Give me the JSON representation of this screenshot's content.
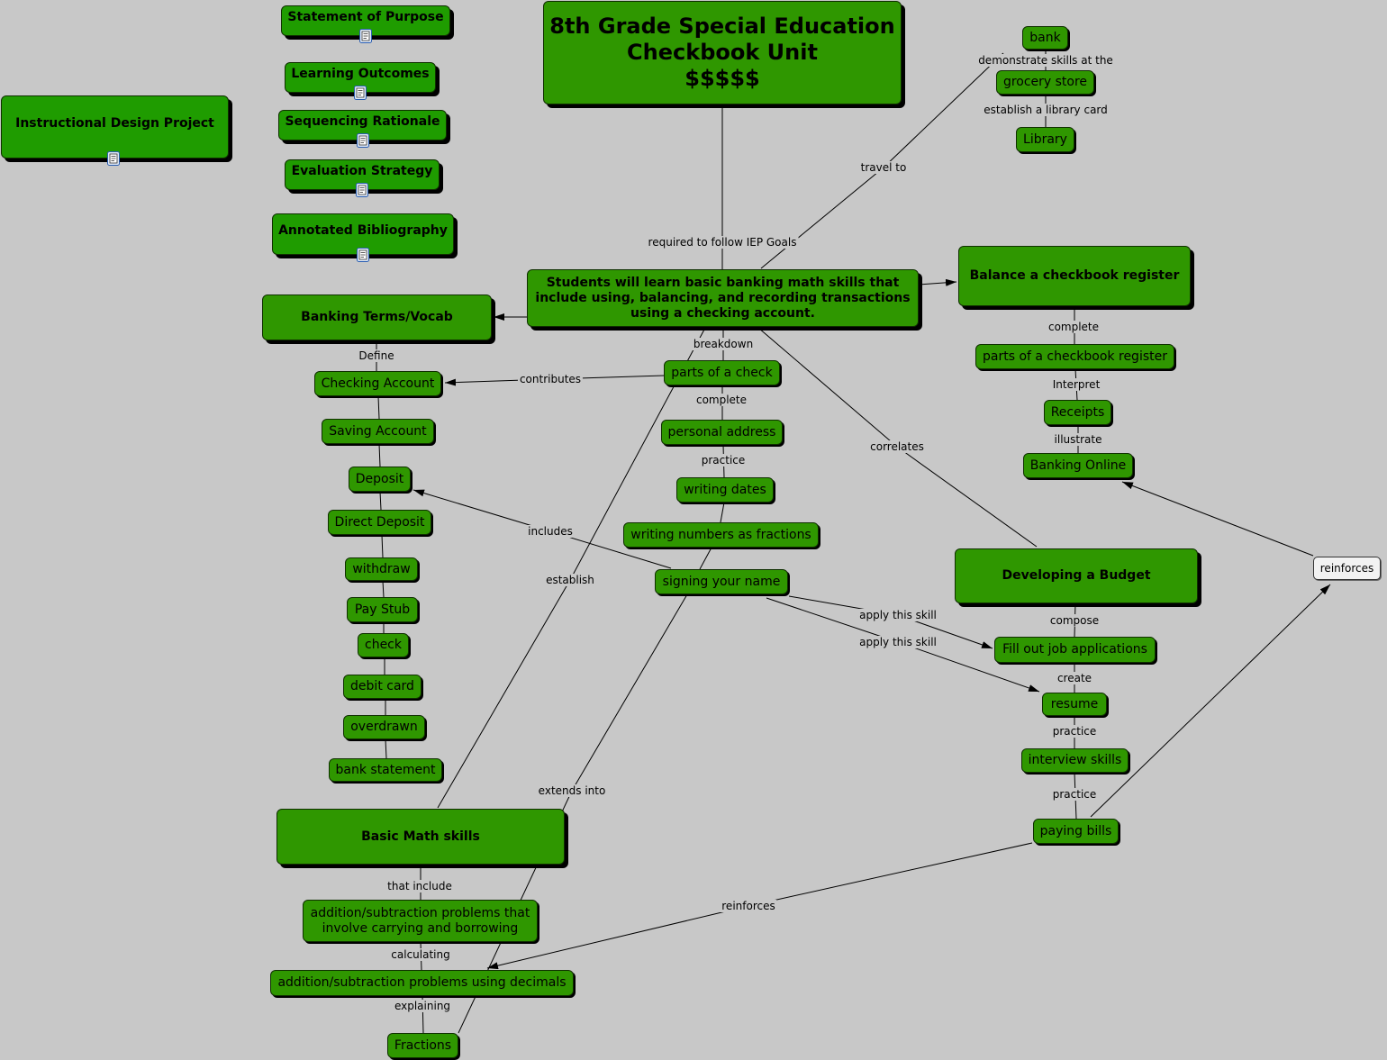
{
  "colors": {
    "background": "#c8c8c8",
    "concept_fill": "#2f9700",
    "resource_fill": "#1f9c00",
    "phrase_fill": "#f2f2f2",
    "icon_border": "#2a5db0"
  },
  "title": {
    "line1": "8th Grade Special Education",
    "line2": "Checkbook Unit",
    "line3": "$$$$$"
  },
  "goal": {
    "line1": "Students will learn basic banking math skills that",
    "line2": "include using, balancing, and recording transactions",
    "line3": "using a checking account."
  },
  "resources": {
    "statement_of_purpose": "Statement of Purpose",
    "learning_outcomes": "Learning Outcomes",
    "sequencing_rationale": "Sequencing Rationale",
    "evaluation_strategy": "Evaluation Strategy",
    "annotated_bibliography": "Annotated Bibliography",
    "instructional_design_project": "Instructional Design Project",
    "icon": "document-icon"
  },
  "concepts": {
    "banking_terms": "Banking Terms/Vocab",
    "balance_register": "Balance a checkbook register",
    "developing_budget": "Developing a Budget",
    "basic_math": "Basic Math skills",
    "bank": "bank",
    "grocery_store": "grocery store",
    "library": "Library",
    "parts_of_register": "parts of a checkbook register",
    "receipts": "Receipts",
    "banking_online": "Banking Online",
    "reinforces_node": "reinforces",
    "fill_job_applications": "Fill out job applications",
    "resume": "resume",
    "interview_skills": "interview skills",
    "paying_bills": "paying bills",
    "parts_of_check": "parts of a check",
    "personal_address": "personal address",
    "writing_dates": "writing dates",
    "writing_numbers": "writing numbers as fractions",
    "signing_name": "signing your name",
    "checking_account": "Checking Account",
    "saving_account": "Saving Account",
    "deposit": "Deposit",
    "direct_deposit": "Direct Deposit",
    "withdraw": "withdraw",
    "pay_stub": "Pay Stub",
    "check": "check",
    "debit_card": "debit card",
    "overdrawn": "overdrawn",
    "bank_statement": "bank statement",
    "carrying_line1": "addition/subtraction problems that",
    "carrying_line2": "involve carrying and borrowing",
    "decimals": "addition/subtraction problems using decimals",
    "fractions": "Fractions"
  },
  "links": {
    "iep_goals": "required to follow IEP Goals",
    "travel_to": "travel to",
    "demonstrate_skills": "demonstrate skills at the",
    "library_card": "establish a library card",
    "complete_register": "complete",
    "interpret": "Interpret",
    "illustrate": "illustrate",
    "correlates": "correlates",
    "compose": "compose",
    "create": "create",
    "practice_interview": "practice",
    "practice_bills": "practice",
    "reinforces_math": "reinforces",
    "breakdown": "breakdown",
    "complete_check": "complete",
    "practice_dates": "practice",
    "contributes": "contributes",
    "includes": "includes",
    "establish": "establish",
    "extends_into": "extends into",
    "apply_skill_applications": "apply this skill",
    "apply_skill_resume": "apply this skill",
    "define": "Define",
    "that_include": "that include",
    "calculating": "calculating",
    "explaining": "explaining"
  }
}
